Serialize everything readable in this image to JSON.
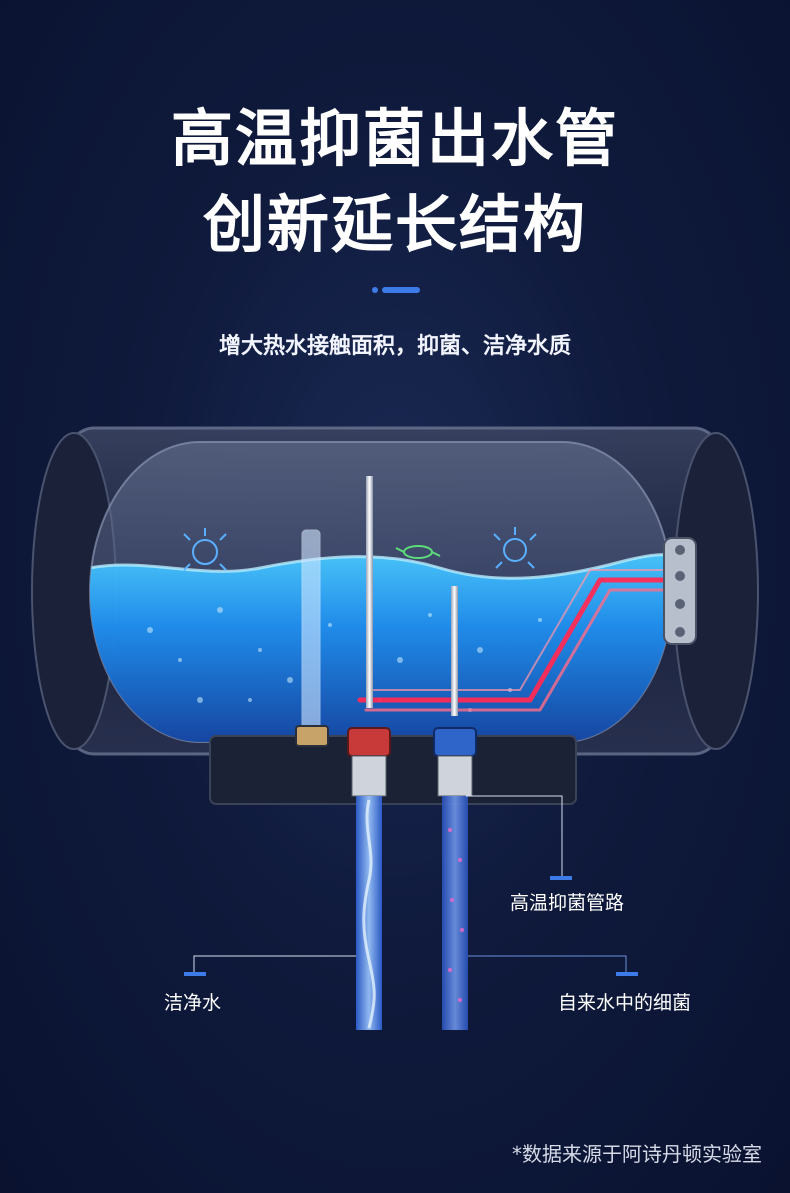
{
  "header": {
    "title_line1": "高温抑菌出水管",
    "title_line2": "创新延长结构",
    "subtitle": "增大热水接触面积，抑菌、洁净水质"
  },
  "callouts": {
    "hot_pipe": "高温抑菌管路",
    "clean_water": "洁净水",
    "tap_bacteria": "自来水中的细菌"
  },
  "footnote": "*数据来源于阿诗丹顿实验室",
  "colors": {
    "background": "#0f1a3c",
    "accent_blue": "#3d7be8",
    "water_blue": "#1f8ff0",
    "heating_red": "#ff2a55",
    "outlet_red": "#c83a3a",
    "inlet_blue": "#2f64c8"
  }
}
